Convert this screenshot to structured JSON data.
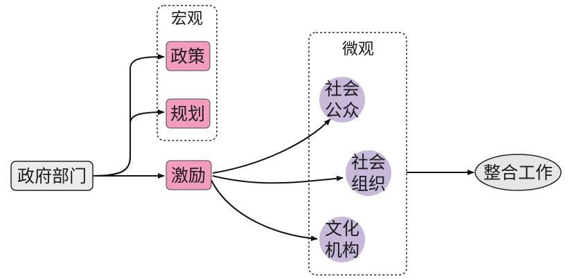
{
  "colors": {
    "pink_node": "#f29cbf",
    "purple_node": "#c8b8d9",
    "source_node": "#e9ecea",
    "target_node": "#e6e6e6",
    "line": "#111111",
    "group_border": "#222222"
  },
  "groups": {
    "macro": {
      "title": "宏观"
    },
    "micro": {
      "title": "微观"
    }
  },
  "nodes": {
    "source": {
      "label": "政府部门"
    },
    "policy": {
      "label": "政策"
    },
    "planning": {
      "label": "规划"
    },
    "incentive": {
      "label": "激励"
    },
    "public": {
      "line1": "社会",
      "line2": "公众"
    },
    "organization": {
      "line1": "社会",
      "line2": "组织"
    },
    "cultural": {
      "line1": "文化",
      "line2": "机构"
    },
    "target": {
      "label": "整合工作"
    }
  }
}
